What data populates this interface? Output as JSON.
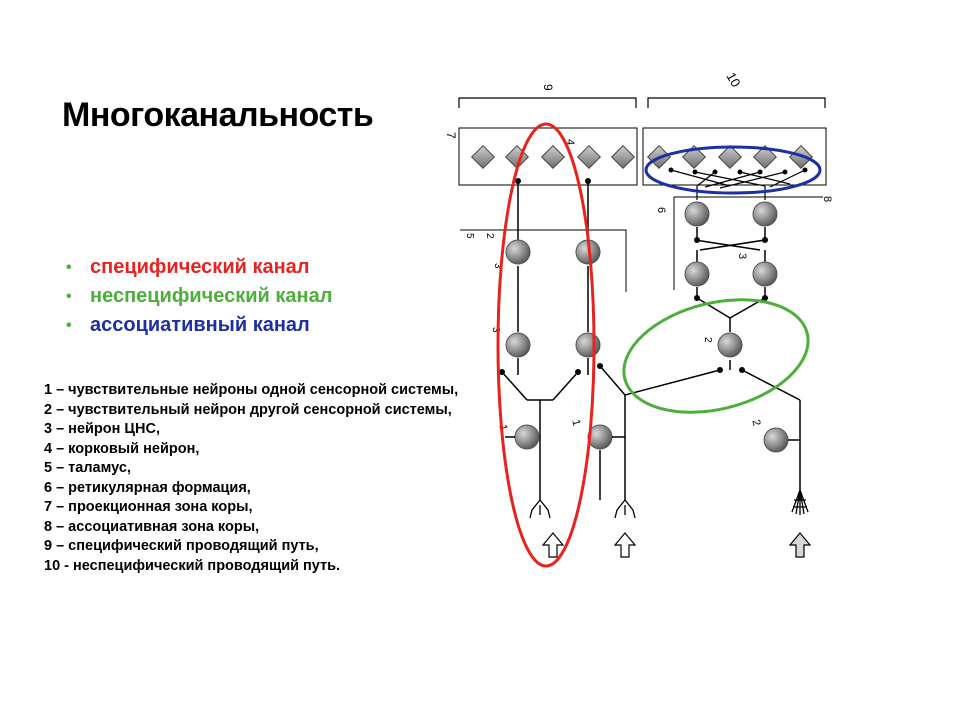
{
  "title": "Многоканальность",
  "channels": [
    {
      "label": "специфический канал",
      "color": "#e8231f"
    },
    {
      "label": "неспецифический канал",
      "color": "#4caf3a"
    },
    {
      "label": "ассоциативный канал",
      "color": "#1c2fa3"
    }
  ],
  "legend": [
    "1 – чувствительные нейроны одной сенсорной системы,",
    "2 – чувствительный нейрон другой сенсорной системы,",
    "3 – нейрон ЦНС,",
    "4 – корковый нейрон,",
    "5 – таламус,",
    "6 – ретикулярная формация,",
    "7 – проекционная зона коры,",
    "8 – ассоциативная зона коры,",
    "9 – специфический проводящий путь,",
    "10 - неспецифический проводящий путь."
  ],
  "diagram_labels": {
    "n9": "9",
    "n10": "10",
    "n7": "7",
    "n4": "4",
    "n8": "8",
    "n6": "6",
    "n5": "5",
    "n2a": "2",
    "n3a": "3",
    "n3b": "3",
    "n1a": "1",
    "n1b": "1",
    "n2b": "2",
    "n2c": "2",
    "n3c": "3"
  },
  "colors": {
    "neuron": "#888888",
    "neuron_stroke": "#555555",
    "line": "#000000",
    "background": "#ffffff"
  }
}
